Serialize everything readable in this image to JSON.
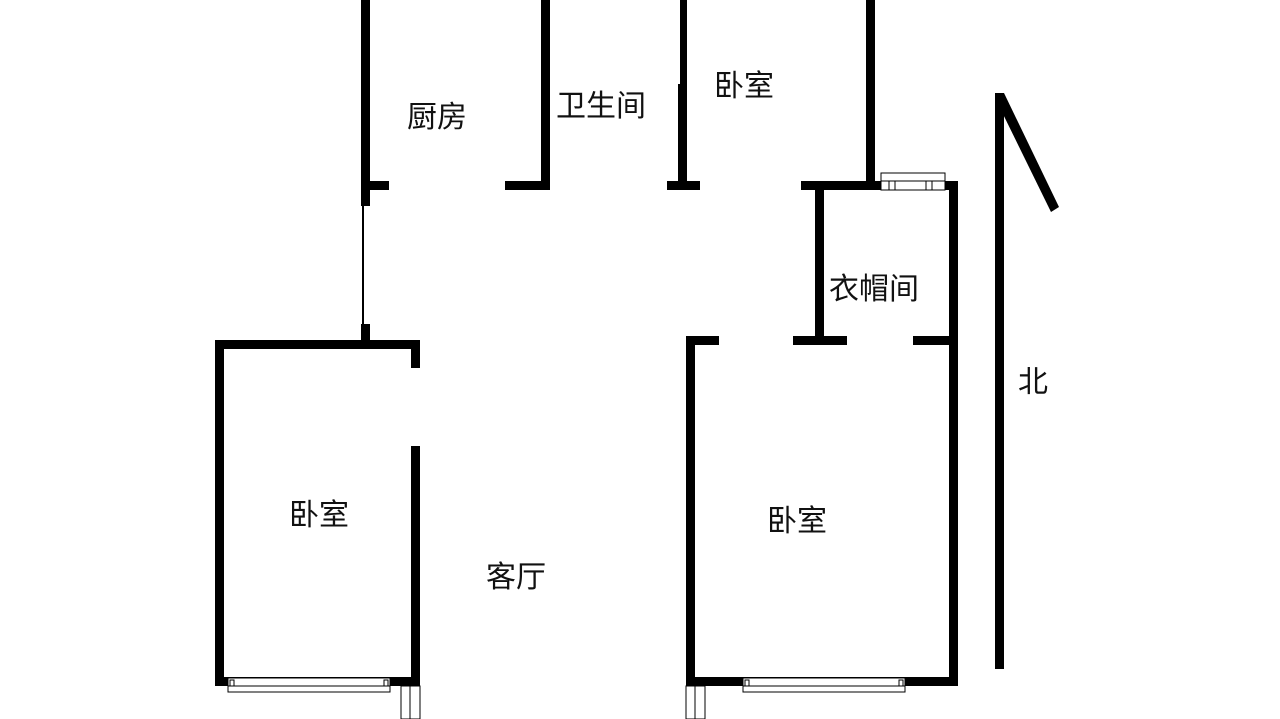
{
  "rooms": {
    "kitchen": "厨房",
    "bathroom": "卫生间",
    "bedroom_north": "卧室",
    "cloakroom": "衣帽间",
    "bedroom_west": "卧室",
    "living_room": "客厅",
    "bedroom_east": "卧室"
  },
  "compass": {
    "label": "北"
  },
  "colors": {
    "wall": "#000000",
    "background": "#ffffff",
    "text": "#111111"
  }
}
